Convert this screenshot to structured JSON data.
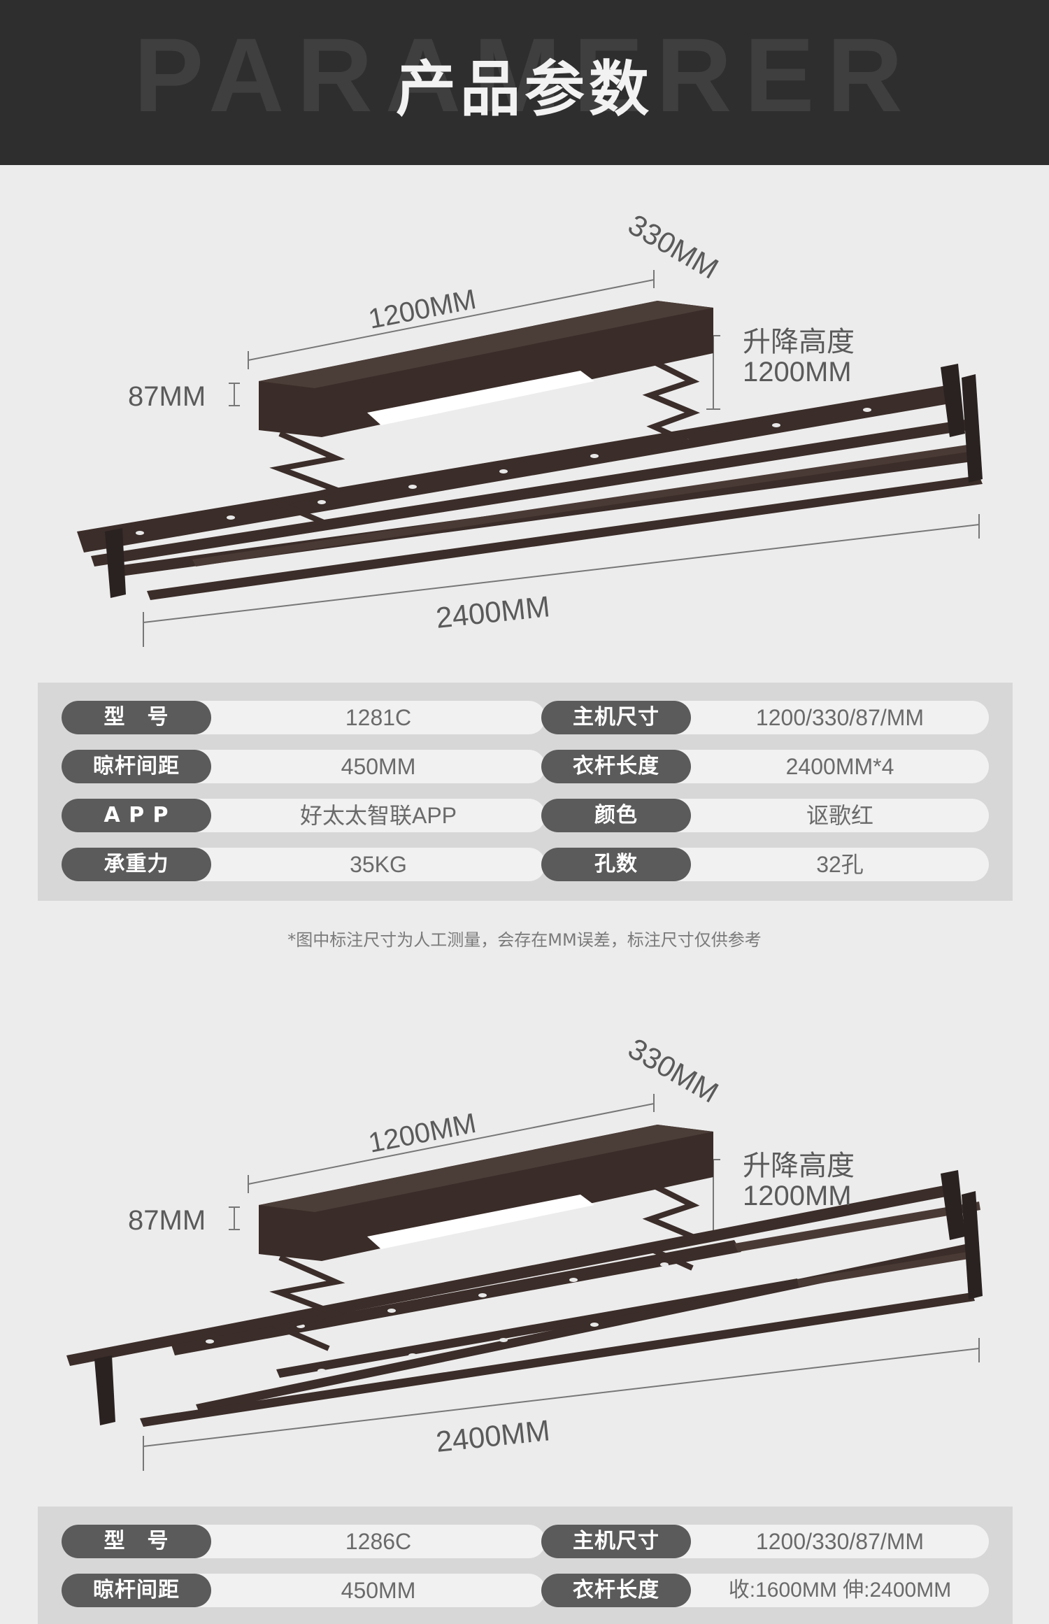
{
  "header": {
    "bg_word": "PARAMERER",
    "title": "产品参数"
  },
  "dimensions": {
    "width_host": "1200MM",
    "depth_host": "330MM",
    "height_host": "87MM",
    "lift_label": "升降高度",
    "lift_value": "1200MM",
    "rod_length": "2400MM"
  },
  "products": [
    {
      "specs_left": [
        {
          "label": "型　号",
          "value": "1281C"
        },
        {
          "label": "晾杆间距",
          "value": "450MM"
        },
        {
          "label": "A P P",
          "value": "好太太智联APP"
        },
        {
          "label": "承重力",
          "value": "35KG"
        }
      ],
      "specs_right": [
        {
          "label": "主机尺寸",
          "value": "1200/330/87/MM"
        },
        {
          "label": "衣杆长度",
          "value": "2400MM*4"
        },
        {
          "label": "颜色",
          "value": "讴歌红"
        },
        {
          "label": "孔数",
          "value": "32孔"
        }
      ]
    },
    {
      "specs_left": [
        {
          "label": "型　号",
          "value": "1286C"
        },
        {
          "label": "晾杆间距",
          "value": "450MM"
        }
      ],
      "specs_right": [
        {
          "label": "主机尺寸",
          "value": "1200/330/87/MM"
        },
        {
          "label": "衣杆长度",
          "value": "收:1600MM 伸:2400MM"
        }
      ]
    }
  ],
  "footnote": "*图中标注尺寸为人工测量，会存在MM误差，标注尺寸仅供参考",
  "colors": {
    "header_bg": "#2e2e2e",
    "product_dark": "#3a2c28",
    "label_bg": "#5b5b5b",
    "panel_bg": "#d7d7d7"
  }
}
